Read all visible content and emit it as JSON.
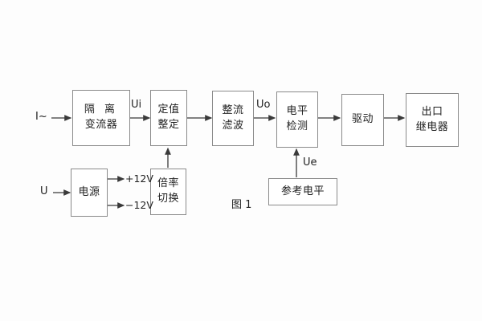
{
  "figure": {
    "caption": "图 1",
    "blocks": [
      {
        "id": "isolation-ct",
        "line1": "隔 离",
        "line2": "变流器"
      },
      {
        "id": "setting-value",
        "line1": "定值",
        "line2": "整定"
      },
      {
        "id": "rectify-filter",
        "line1": "整流",
        "line2": "滤波"
      },
      {
        "id": "level-detect",
        "line1": "电平",
        "line2": "检测"
      },
      {
        "id": "drive",
        "line1": "驱动",
        "line2": ""
      },
      {
        "id": "output-relay",
        "line1": "出口",
        "line2": "继电器"
      },
      {
        "id": "power-supply",
        "line1": "电源",
        "line2": ""
      },
      {
        "id": "ratio-switch",
        "line1": "倍率",
        "line2": "切换"
      },
      {
        "id": "reference-level",
        "line1": "参考电平",
        "line2": ""
      }
    ],
    "signals": {
      "current_input": "I~",
      "voltage_input": "U",
      "ui": "Ui",
      "uo": "Uo",
      "ue": "Ue",
      "rail_positive": "+12V",
      "rail_negative": "−12V"
    },
    "colors": {
      "box_border": "#8a8a8a",
      "wire": "#3a3a3a",
      "text": "#1f1f1f",
      "background": "#fdfdfd"
    }
  }
}
